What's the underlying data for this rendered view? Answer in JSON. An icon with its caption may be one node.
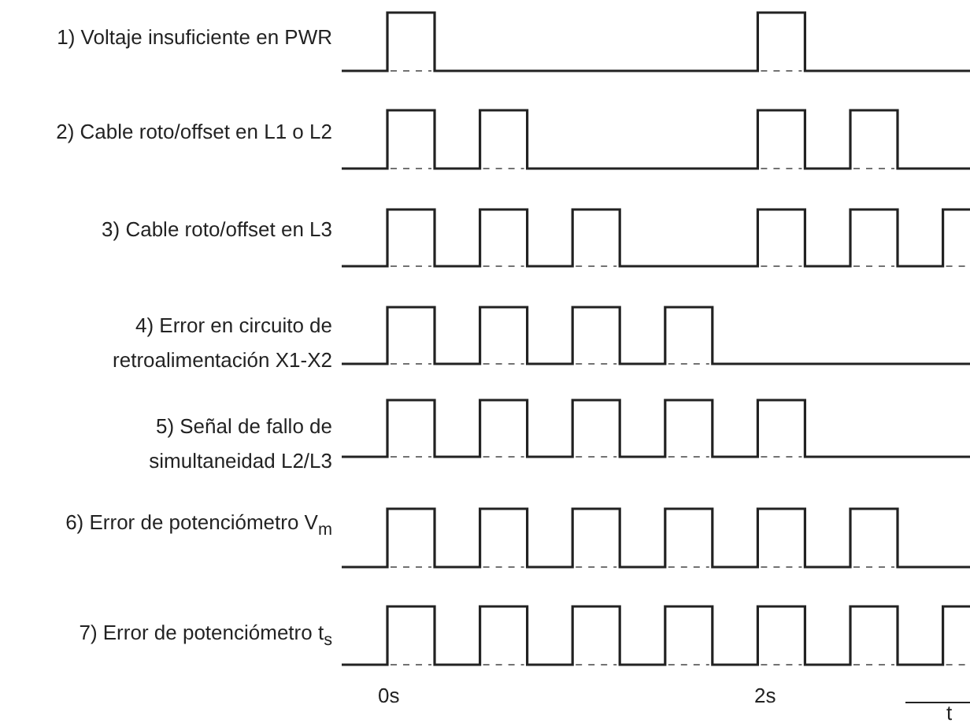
{
  "diagram": {
    "labels": [
      "1) Voltaje insuficiente en PWR",
      "2) Cable roto/offset en L1 o L2",
      "3) Cable roto/offset en L3",
      "4) Error en circuito de retroalimentación X1-X2",
      "5) Señal de fallo de simultaneidad L2/L3",
      "6) Error de potenciómetro V$_{m}$",
      "7) Error de potenciómetro t$_{s}$",
      "0s",
      "2s",
      "t"
    ]
  }
}
